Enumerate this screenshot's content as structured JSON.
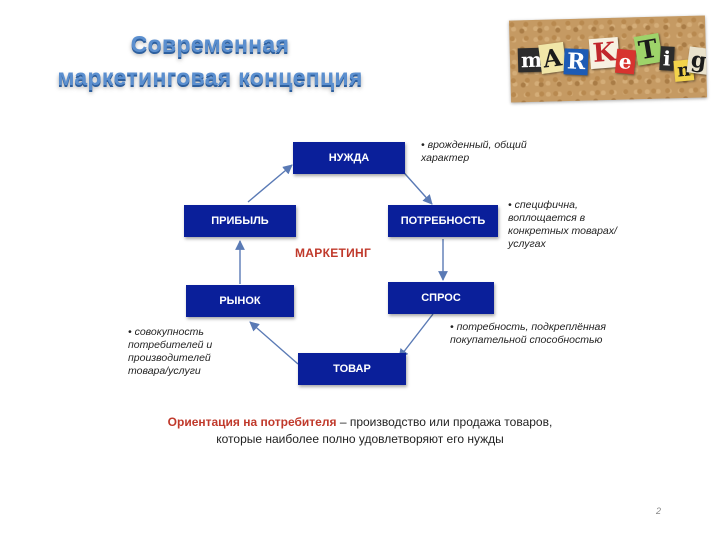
{
  "title": {
    "line1": "Современная",
    "line2": "маркетинговая концепция"
  },
  "logo": {
    "letters": [
      "m",
      "A",
      "R",
      "K",
      "e",
      "T",
      "i",
      "n",
      "g"
    ]
  },
  "nodes": {
    "need": "НУЖДА",
    "want": "ПОТРЕБНОСТЬ",
    "demand": "СПРОС",
    "product": "ТОВАР",
    "market": "РЫНОК",
    "profit": "ПРИБЫЛЬ"
  },
  "center_label": "МАРКЕТИНГ",
  "notes": {
    "need": "• врожденный, общий характер",
    "want": "• специфична, воплощается в конкретных товарах/услугах",
    "demand": "• потребность, подкреплённая покупательной способностью",
    "market": "• совокупность потребителей и производителей товара/услуги"
  },
  "footer": {
    "highlight": "Ориентация на потребителя",
    "rest": " – производство или продажа товаров, которые наиболее полно удовлетворяют его нужды"
  },
  "page_number": "2",
  "colors": {
    "box": "#0a1f9a",
    "arrow": "#5a7ab5",
    "accent": "#c0392b",
    "title": "#5b8fcf"
  }
}
